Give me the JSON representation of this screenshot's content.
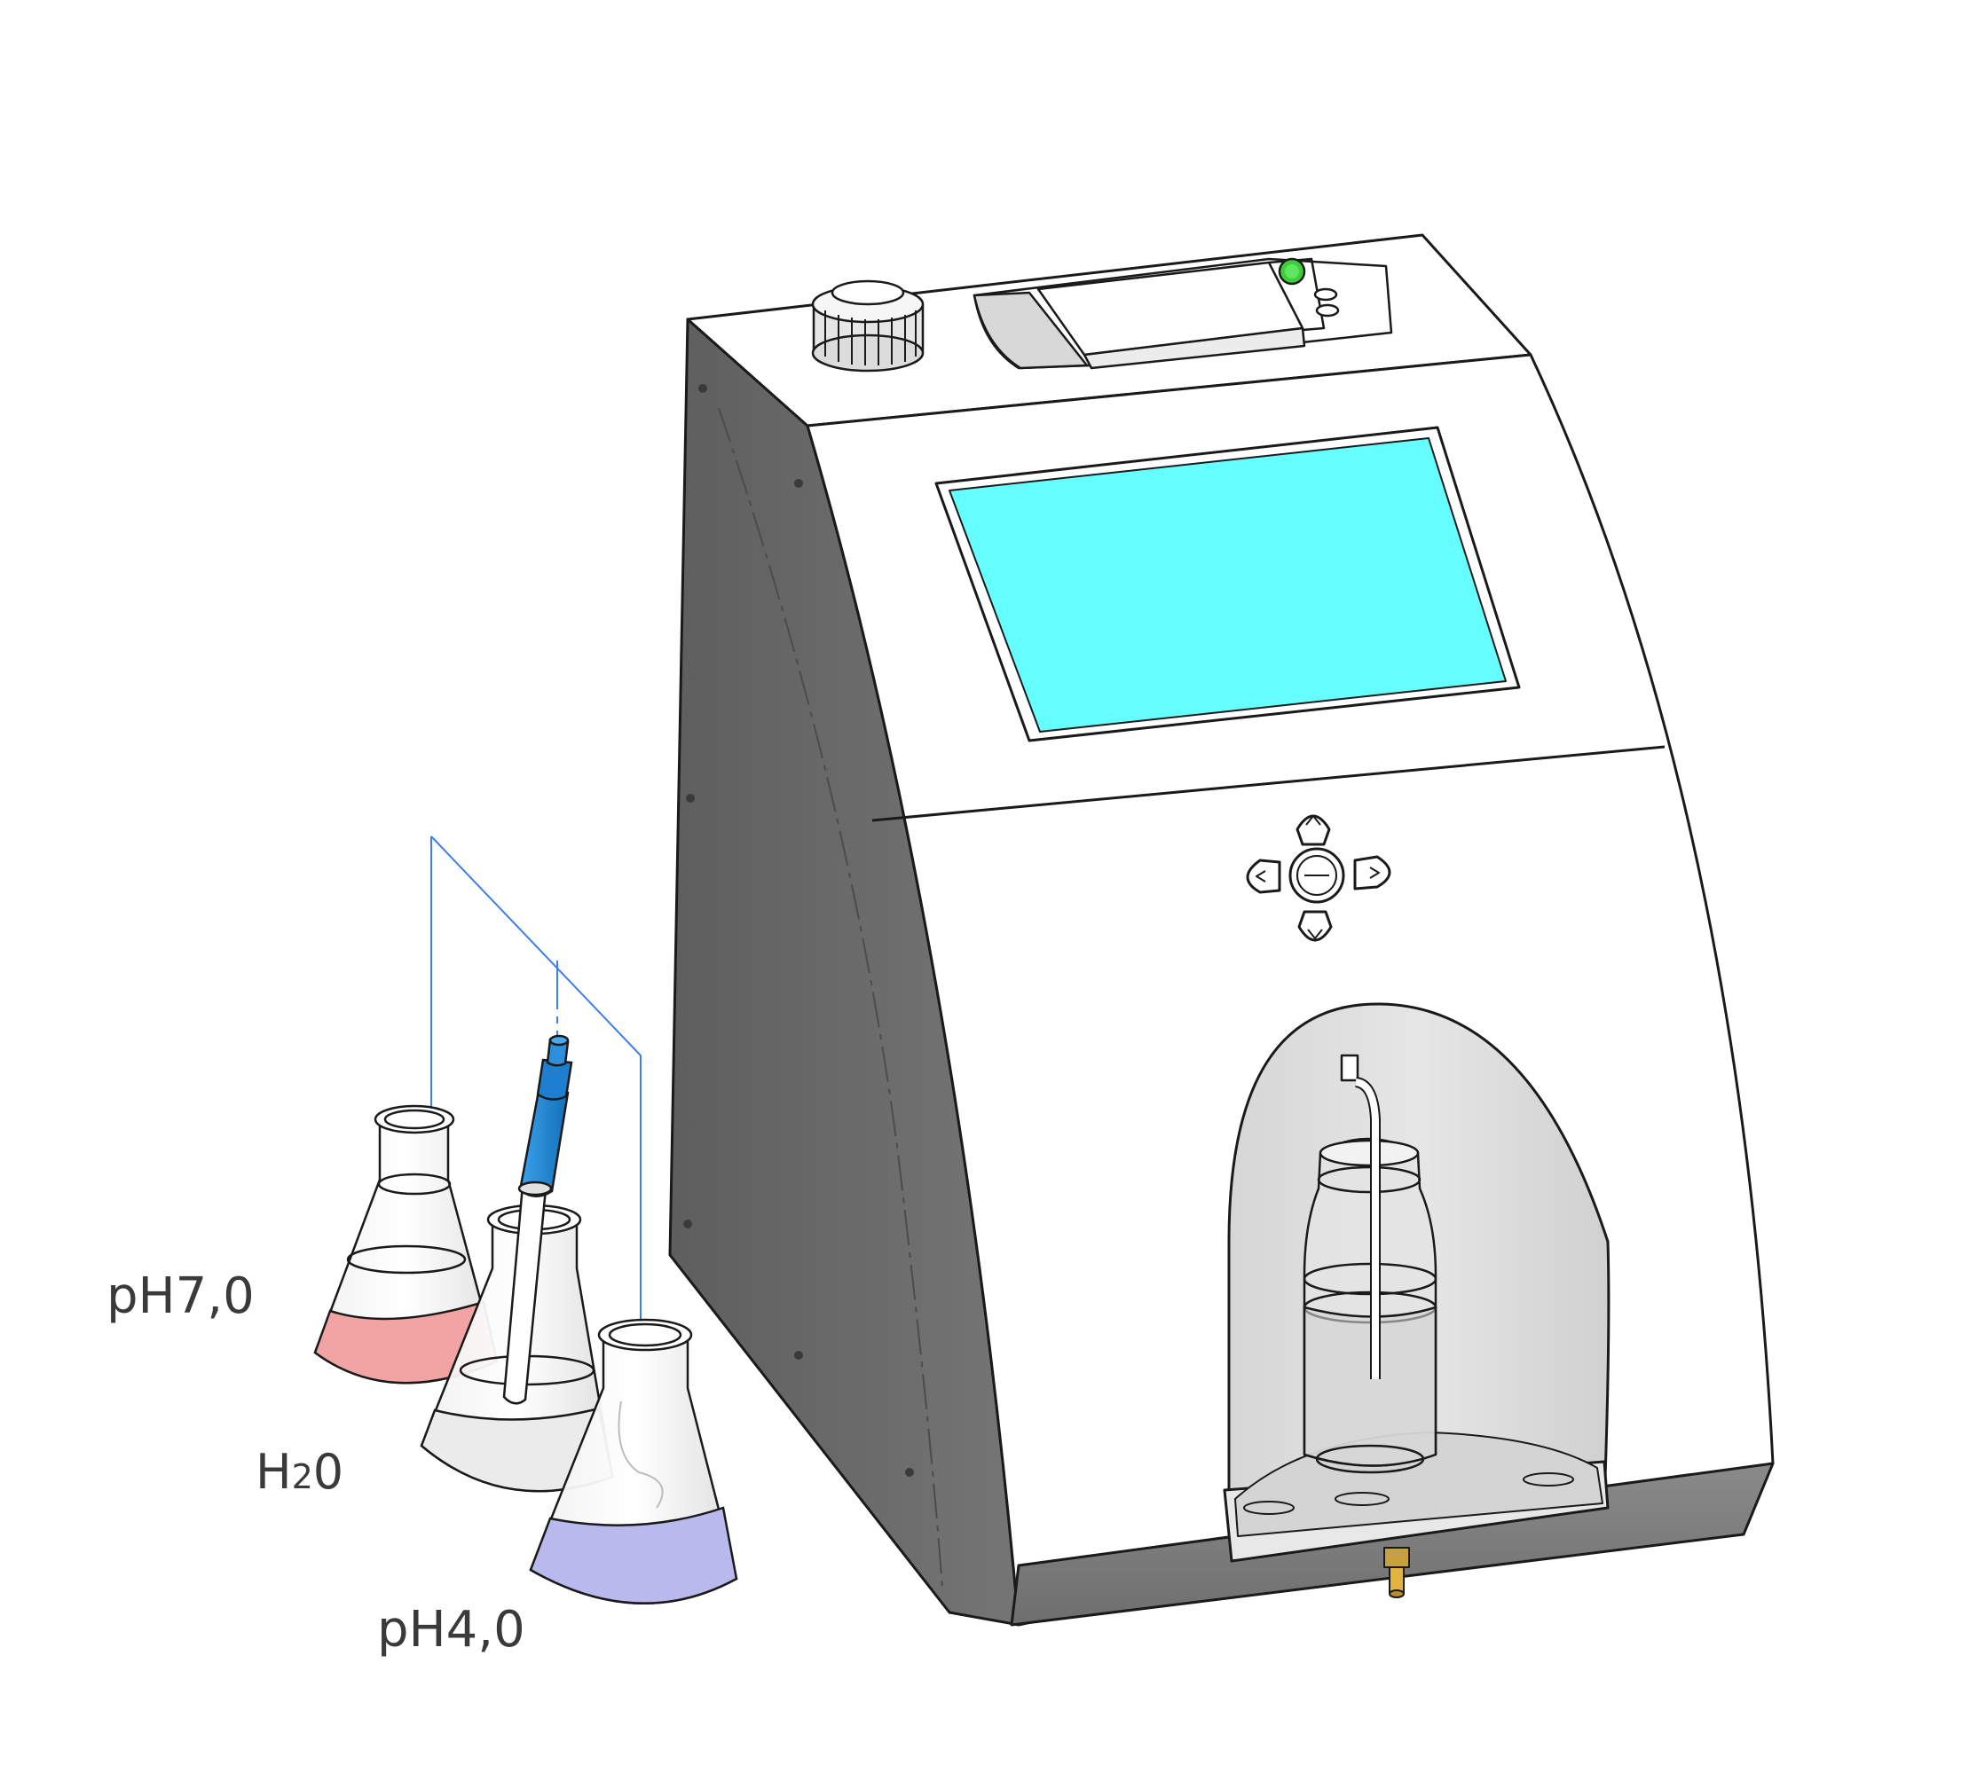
{
  "labels": {
    "ph7": "pH7,0",
    "water_main": "H",
    "water_sub": "2",
    "water_end": "0",
    "ph4": "pH4,0"
  },
  "colors": {
    "screen": "#66ffff",
    "side_panel": "#6a6a6a",
    "body": "#ffffff",
    "guide_line": "#3f7fe6",
    "probe_blue": "#1e7fd0",
    "ph7_solution": "#f2a3a3",
    "ph4_solution": "#b9b9ee",
    "power_led": "#3ccf3c"
  },
  "icons": [
    "knob-icon",
    "power-led-icon",
    "arrow-up-icon",
    "arrow-down-icon",
    "arrow-left-icon",
    "arrow-right-icon",
    "enter-icon"
  ]
}
